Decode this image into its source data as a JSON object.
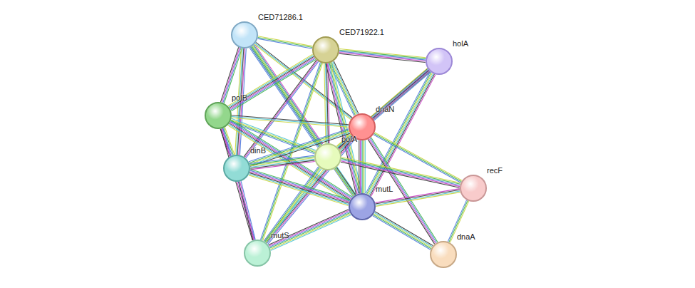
{
  "diagram": {
    "nodes": [
      {
        "text": [
          "CED71286.1"
        ]
      },
      {
        "text": [
          "CED71922.1"
        ]
      },
      {
        "text": [
          "holA"
        ]
      },
      {
        "text": [
          "polB"
        ]
      },
      {
        "text": [
          "dnaN"
        ]
      },
      {
        "text": [
          "polA"
        ]
      },
      {
        "text": [
          "dinB"
        ]
      },
      {
        "text": [
          "recF"
        ]
      },
      {
        "text": [
          "mutL"
        ]
      },
      {
        "text": [
          "mutS"
        ]
      },
      {
        "text": [
          "dnaA"
        ]
      }
    ],
    "edges": [
      {
        "from": 0,
        "to": 1,
        "arrow": "none"
      },
      {
        "from": 0,
        "to": 3,
        "arrow": "none"
      },
      {
        "from": 0,
        "to": 6,
        "arrow": "none"
      },
      {
        "from": 0,
        "to": 5,
        "arrow": "none"
      },
      {
        "from": 0,
        "to": 4,
        "arrow": "none"
      },
      {
        "from": 0,
        "to": 8,
        "arrow": "none"
      },
      {
        "from": 1,
        "to": 2,
        "arrow": "none"
      },
      {
        "from": 1,
        "to": 3,
        "arrow": "none"
      },
      {
        "from": 1,
        "to": 6,
        "arrow": "none"
      },
      {
        "from": 1,
        "to": 5,
        "arrow": "none"
      },
      {
        "from": 1,
        "to": 4,
        "arrow": "none"
      },
      {
        "from": 1,
        "to": 8,
        "arrow": "none"
      },
      {
        "from": 1,
        "to": 9,
        "arrow": "none"
      },
      {
        "from": 2,
        "to": 4,
        "arrow": "none"
      },
      {
        "from": 2,
        "to": 5,
        "arrow": "none"
      },
      {
        "from": 2,
        "to": 8,
        "arrow": "none"
      },
      {
        "from": 3,
        "to": 4,
        "arrow": "none"
      },
      {
        "from": 3,
        "to": 5,
        "arrow": "none"
      },
      {
        "from": 3,
        "to": 6,
        "arrow": "none"
      },
      {
        "from": 3,
        "to": 8,
        "arrow": "none"
      },
      {
        "from": 3,
        "to": 9,
        "arrow": "none"
      },
      {
        "from": 4,
        "to": 5,
        "arrow": "none"
      },
      {
        "from": 4,
        "to": 6,
        "arrow": "none"
      },
      {
        "from": 4,
        "to": 8,
        "arrow": "none"
      },
      {
        "from": 4,
        "to": 7,
        "arrow": "none"
      },
      {
        "from": 4,
        "to": 10,
        "arrow": "none"
      },
      {
        "from": 4,
        "to": 9,
        "arrow": "none"
      },
      {
        "from": 5,
        "to": 6,
        "arrow": "none"
      },
      {
        "from": 5,
        "to": 8,
        "arrow": "none"
      },
      {
        "from": 5,
        "to": 9,
        "arrow": "none"
      },
      {
        "from": 5,
        "to": 7,
        "arrow": "none"
      },
      {
        "from": 6,
        "to": 8,
        "arrow": "none"
      },
      {
        "from": 6,
        "to": 9,
        "arrow": "none"
      },
      {
        "from": 8,
        "to": 7,
        "arrow": "none"
      },
      {
        "from": 8,
        "to": 10,
        "arrow": "none"
      },
      {
        "from": 8,
        "to": 9,
        "arrow": "none"
      },
      {
        "from": 7,
        "to": 10,
        "arrow": "none"
      }
    ]
  }
}
